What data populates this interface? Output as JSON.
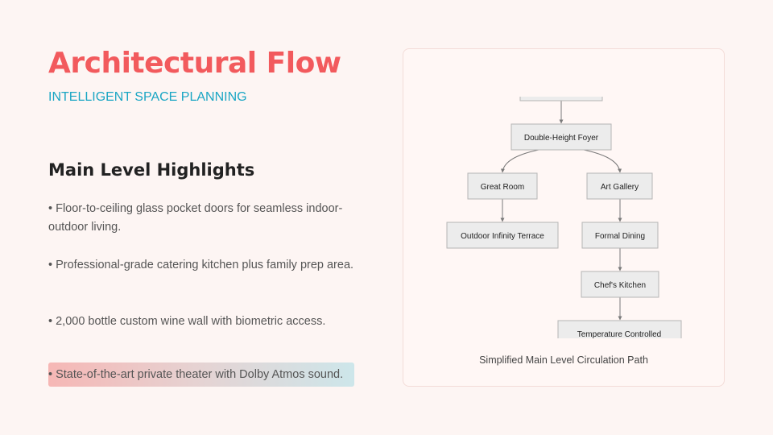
{
  "header": {
    "title": "Architectural Flow",
    "subtitle": "INTELLIGENT SPACE PLANNING"
  },
  "section": {
    "heading": "Main Level Highlights",
    "bullets": [
      "• Floor-to-ceiling glass pocket doors for seamless indoor-outdoor living.",
      "• Professional-grade catering kitchen plus family prep area.",
      "• 2,000 bottle custom wine wall with biometric access.",
      "• State-of-the-art private theater with Dolby Atmos sound."
    ]
  },
  "diagram": {
    "caption": "Simplified Main Level Circulation Path",
    "nodes": {
      "foyer": "Double-Height Foyer",
      "great_room": "Great Room",
      "art_gallery": "Art Gallery",
      "terrace": "Outdoor Infinity Terrace",
      "dining": "Formal Dining",
      "kitchen": "Chef's Kitchen",
      "temp": "Temperature Controlled"
    },
    "colors": {
      "node_fill": "#ececec",
      "node_stroke": "#b5b5b5",
      "edge": "#7a7a7a"
    }
  },
  "theme": {
    "background": "#fdf5f3",
    "title_color": "#f25a5d",
    "subtitle_color": "#1aa6c4"
  }
}
